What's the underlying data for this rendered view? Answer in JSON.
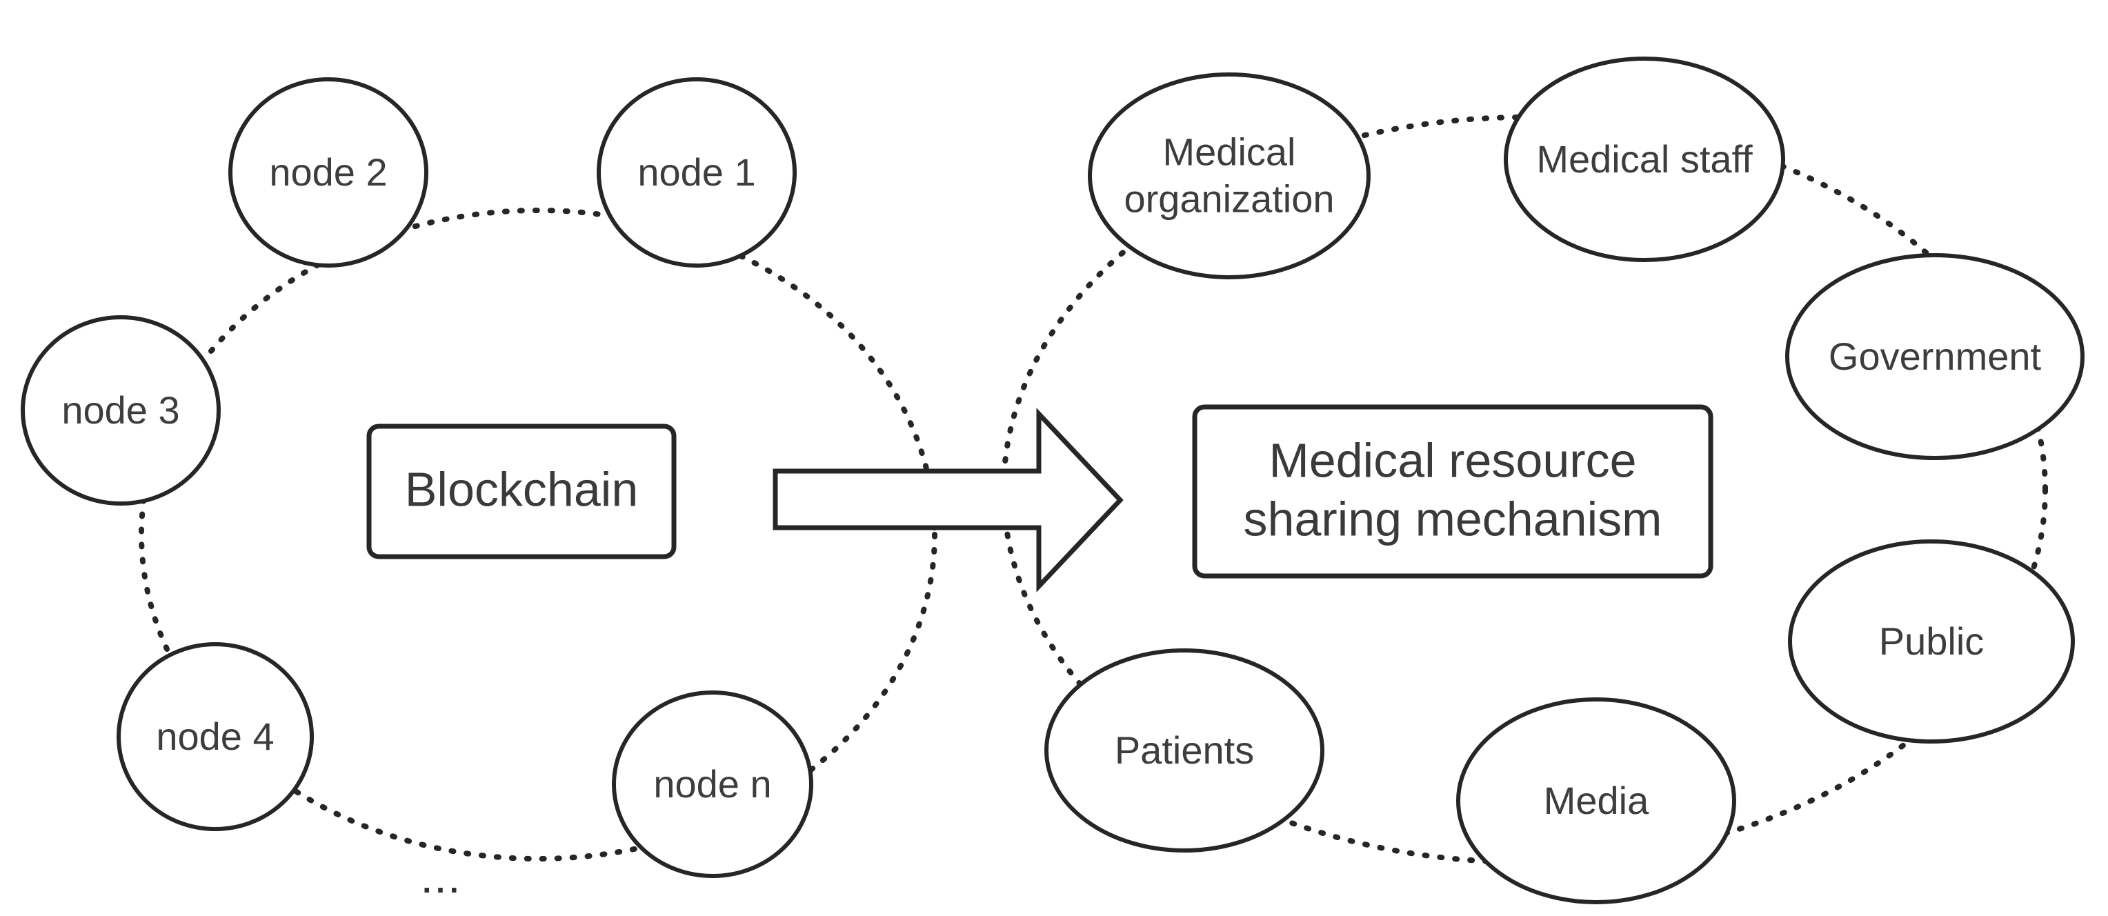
{
  "colors": {
    "ink": "#262626",
    "text": "#3d3d3d",
    "background": "#ffffff"
  },
  "left_cluster": {
    "box_label": "Blockchain",
    "nodes": [
      {
        "label": "node 1"
      },
      {
        "label": "node 2"
      },
      {
        "label": "node 3"
      },
      {
        "label": "node 4"
      },
      {
        "label": "node n"
      }
    ],
    "ellipsis": "..."
  },
  "arrow": {
    "icon": "right-arrow"
  },
  "right_cluster": {
    "box_label": "Medical resource sharing mechanism",
    "nodes": [
      {
        "label": "Medical organization"
      },
      {
        "label": "Medical staff"
      },
      {
        "label": "Government"
      },
      {
        "label": "Public"
      },
      {
        "label": "Media"
      },
      {
        "label": "Patients"
      }
    ]
  }
}
